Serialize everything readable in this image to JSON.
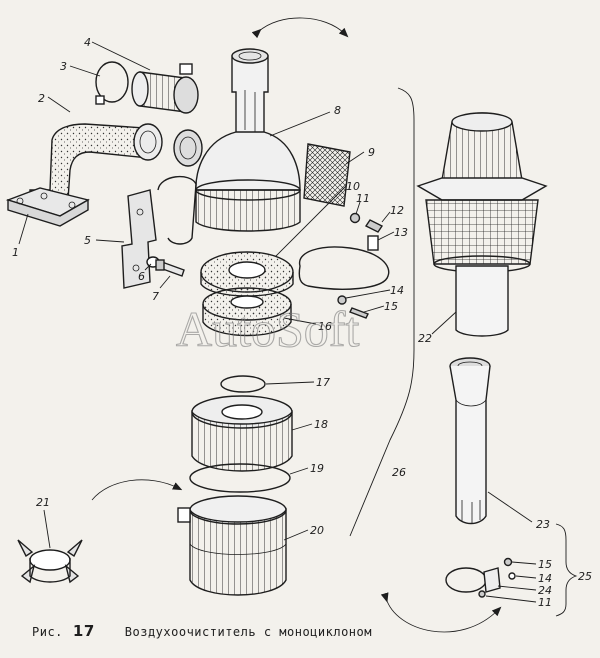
{
  "figure": {
    "prefix": "Рис.",
    "number": "17",
    "title": "Воздухоочиститель с моноциклоном"
  },
  "watermark": "AutoSoft",
  "labels": [
    {
      "id": "1",
      "text": "1"
    },
    {
      "id": "2",
      "text": "2"
    },
    {
      "id": "3",
      "text": "3"
    },
    {
      "id": "4",
      "text": "4"
    },
    {
      "id": "5",
      "text": "5"
    },
    {
      "id": "6",
      "text": "6"
    },
    {
      "id": "7",
      "text": "7"
    },
    {
      "id": "8",
      "text": "8"
    },
    {
      "id": "9",
      "text": "9"
    },
    {
      "id": "10",
      "text": "10"
    },
    {
      "id": "11a",
      "text": "11"
    },
    {
      "id": "12",
      "text": "12"
    },
    {
      "id": "13",
      "text": "13"
    },
    {
      "id": "14a",
      "text": "14"
    },
    {
      "id": "15a",
      "text": "15"
    },
    {
      "id": "16",
      "text": "16"
    },
    {
      "id": "17",
      "text": "17"
    },
    {
      "id": "18",
      "text": "18"
    },
    {
      "id": "19",
      "text": "19"
    },
    {
      "id": "20",
      "text": "20"
    },
    {
      "id": "21",
      "text": "21"
    },
    {
      "id": "22",
      "text": "22"
    },
    {
      "id": "23",
      "text": "23"
    },
    {
      "id": "26",
      "text": "26"
    },
    {
      "id": "15b",
      "text": "15"
    },
    {
      "id": "14b",
      "text": "14"
    },
    {
      "id": "24",
      "text": "24"
    },
    {
      "id": "11b",
      "text": "11"
    },
    {
      "id": "25",
      "text": "25"
    }
  ]
}
